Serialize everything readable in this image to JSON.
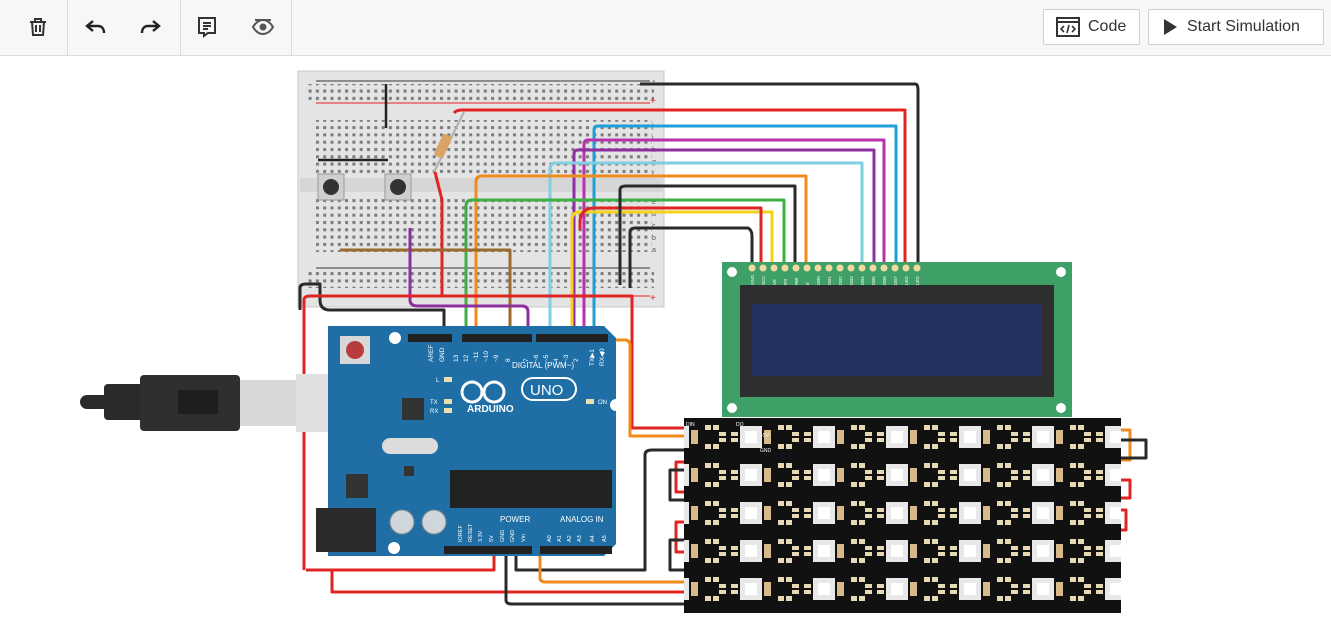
{
  "toolbar": {
    "delete_icon": "trash-icon",
    "undo_icon": "undo-icon",
    "redo_icon": "redo-icon",
    "notes_icon": "notes-icon",
    "visibility_icon": "eye-icon",
    "code_label": "Code",
    "start_label": "Start Simulation"
  },
  "colors": {
    "board_blue": "#1f6fa6",
    "lcd_green": "#3fa067",
    "lcd_screen": "#25325f",
    "neopixel_bg": "#111111",
    "wire_red": "#e02424",
    "wire_black": "#2a2a2a",
    "wire_orange": "#f08a1d",
    "wire_yellow": "#f2d21b",
    "wire_green": "#3cb043",
    "wire_cyan": "#4ab8d8",
    "wire_blue": "#1e9fd8",
    "wire_purple": "#8e2fa0",
    "wire_magenta": "#b82fb0",
    "wire_brown": "#9a6a2f"
  },
  "arduino": {
    "aref": "AREF",
    "gnd": "GND",
    "pins_top": [
      "13",
      "12",
      "~11",
      "~10",
      "~9",
      "8",
      "7",
      "~6",
      "~5",
      "4",
      "~3",
      "2",
      "TX▶1",
      "RX◀0"
    ],
    "digital_label": "DIGITAL (PWM~)",
    "brand": "ARDUINO",
    "model": "UNO",
    "on_label": "ON",
    "l_label": "L",
    "tx_label": "TX",
    "rx_label": "RX",
    "power_label": "POWER",
    "analog_label": "ANALOG IN",
    "power_pins": [
      "IOREF",
      "RESET",
      "3.3V",
      "5V",
      "GND",
      "GND",
      "Vin"
    ],
    "analog_pins": [
      "A0",
      "A1",
      "A2",
      "A3",
      "A4",
      "A5"
    ]
  },
  "breadboard": {
    "plus": "+",
    "minus": "-",
    "rows_top": [
      "j",
      "i",
      "h",
      "g",
      "f"
    ],
    "rows_bottom": [
      "e",
      "d",
      "c",
      "b",
      "a"
    ]
  },
  "lcd": {
    "pins": [
      "GND",
      "VCC",
      "V0",
      "RS",
      "RW",
      "E",
      "DB0",
      "DB1",
      "DB2",
      "DB3",
      "DB4",
      "DB5",
      "DB6",
      "DB7",
      "LED",
      "LED"
    ]
  },
  "neopixel": {
    "din": "DIN",
    "dout": "DO",
    "v5": "+5V",
    "gnd": "GND"
  }
}
